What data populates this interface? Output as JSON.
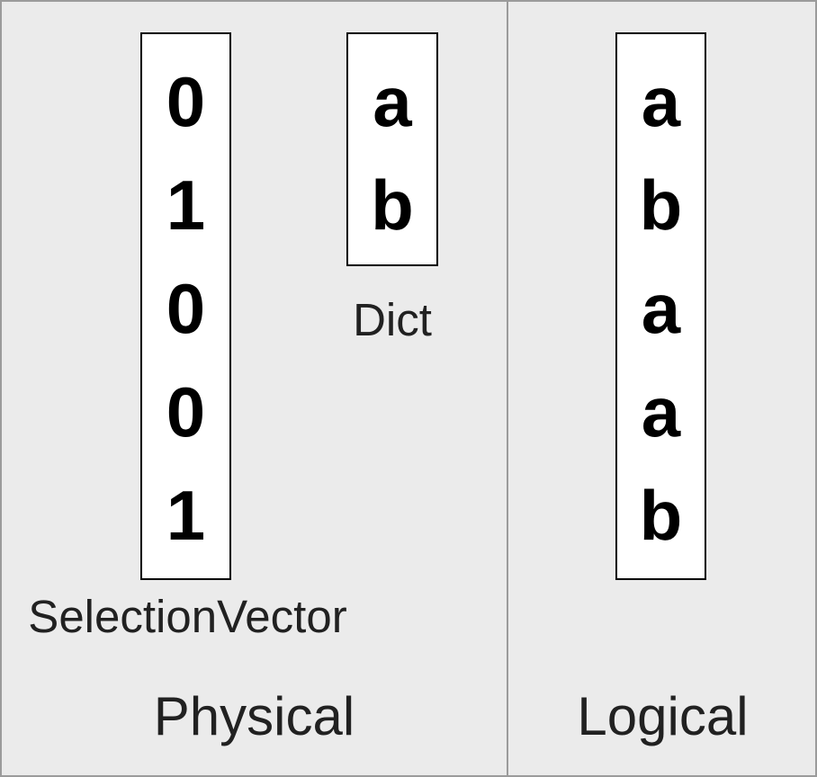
{
  "physical": {
    "title": "Physical",
    "selection_vector": {
      "label": "SelectionVector",
      "values": [
        "0",
        "1",
        "0",
        "0",
        "1"
      ]
    },
    "dict": {
      "label": "Dict",
      "values": [
        "a",
        "b"
      ]
    }
  },
  "logical": {
    "title": "Logical",
    "values": [
      "a",
      "b",
      "a",
      "a",
      "b"
    ]
  },
  "colors": {
    "background": "#ebebeb",
    "frame_border": "#9b9b9b",
    "box_border": "#000000",
    "box_fill": "#ffffff",
    "text": "#212121",
    "value_text": "#000000"
  }
}
